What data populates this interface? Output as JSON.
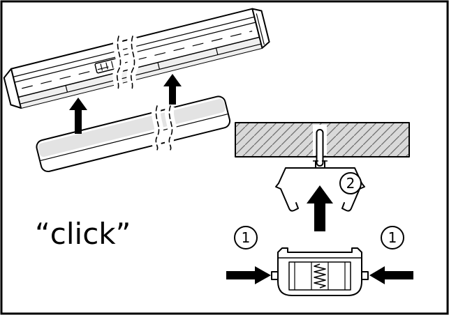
{
  "figure": {
    "click_label": "“click”",
    "badges": {
      "step1": "1",
      "step2": "2"
    },
    "colors": {
      "line": "#000000",
      "background": "#ffffff",
      "ceiling_fill": "#d9d9d9",
      "hatch_line": "#6e6e6e",
      "module_face": "#e3e3e3"
    },
    "icons": {
      "up_arrow": "up-arrow-icon",
      "press_left": "left-arrow-icon",
      "press_right": "right-arrow-icon"
    }
  }
}
